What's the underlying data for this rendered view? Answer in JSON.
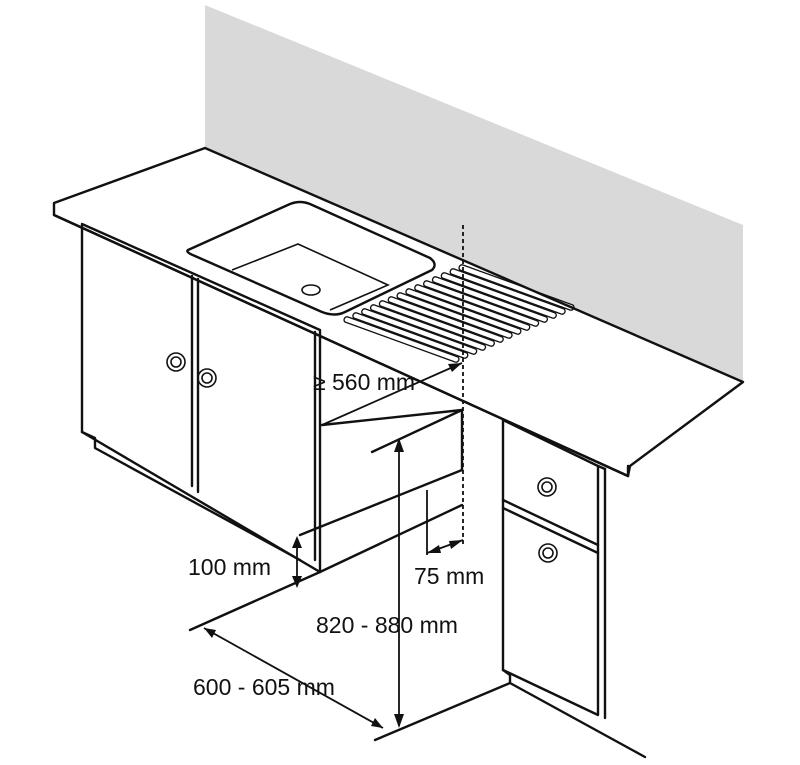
{
  "colors": {
    "wall": "#d9d9d9",
    "line": "#111111",
    "surface": "#ffffff"
  },
  "dimensions": {
    "min_width": "≥ 560 mm",
    "plinth_height": "100 mm",
    "rear_gap": "75 mm",
    "height_range": "820 - 880 mm",
    "depth_range": "600 - 605 mm"
  }
}
